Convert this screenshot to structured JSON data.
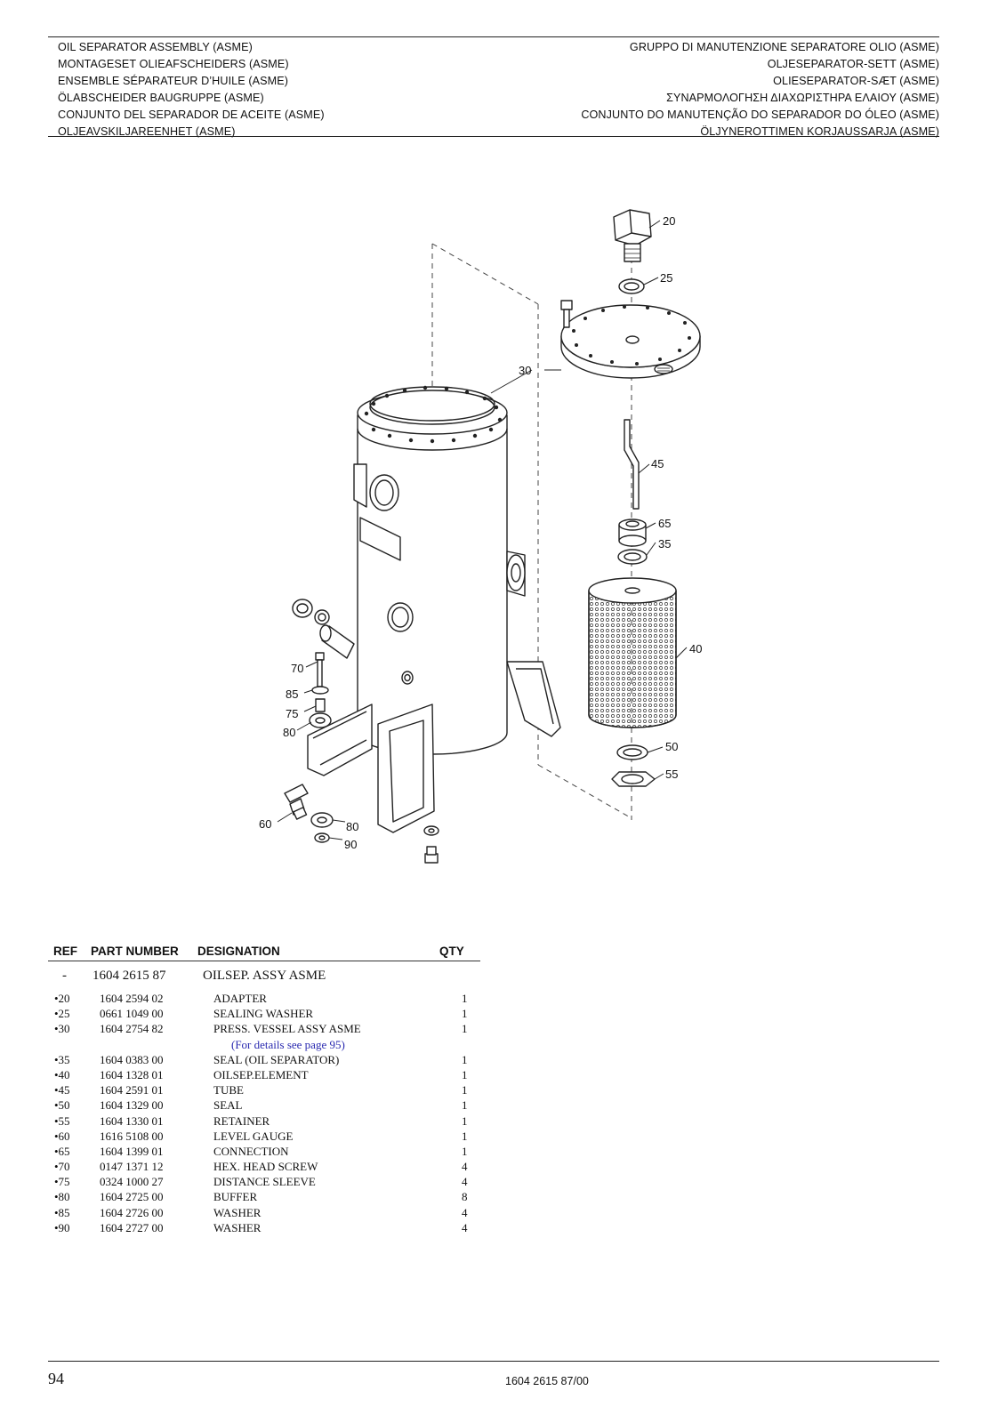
{
  "header": {
    "left": [
      "OIL SEPARATOR ASSEMBLY (ASME)",
      "MONTAGESET OLIEAFSCHEIDERS (ASME)",
      "ENSEMBLE SÉPARATEUR D’HUILE (ASME)",
      "ÖLABSCHEIDER BAUGRUPPE (ASME)",
      "CONJUNTO DEL SEPARADOR DE ACEITE (ASME)",
      "OLJEAVSKILJAREENHET (ASME)"
    ],
    "right": [
      "GRUPPO DI MANUTENZIONE SEPARATORE OLIO (ASME)",
      "OLJESEPARATOR-SETT (ASME)",
      "OLIESEPARATOR-SÆT (ASME)",
      "ΣΥΝΑΡΜΟΛΟΓΗΣΗ ΔΙΑΧΩΡΙΣΤΗΡΑ ΕΛΑΙΟΥ (ASME)",
      "CONJUNTO DO MANUTENÇÃO DO SEPARADOR DO ÓLEO (ASME)",
      "ÖLJYNEROTTIMEN KORJAUSSARJA (ASME)"
    ]
  },
  "callouts": {
    "c20": "20",
    "c25": "25",
    "c30": "30",
    "c45": "45",
    "c65": "65",
    "c35": "35",
    "c40": "40",
    "c50": "50",
    "c55": "55",
    "c70": "70",
    "c85": "85",
    "c75": "75",
    "c80a": "80",
    "c60": "60",
    "c80b": "80",
    "c90": "90"
  },
  "table": {
    "headers": {
      "ref": "REF",
      "part_number": "PART NUMBER",
      "designation": "DESIGNATION",
      "qty": "QTY"
    },
    "assembly": {
      "ref": "-",
      "part_number": "1604 2615 87",
      "designation": "OILSEP. ASSY ASME"
    },
    "rows": [
      {
        "ref": "•20",
        "part_number": "1604 2594 02",
        "designation": "ADAPTER",
        "qty": "1"
      },
      {
        "ref": "•25",
        "part_number": "0661 1049 00",
        "designation": "SEALING WASHER",
        "qty": "1"
      },
      {
        "ref": "•30",
        "part_number": "1604 2754 82",
        "designation": "PRESS. VESSEL ASSY ASME",
        "qty": "1"
      },
      {
        "note": "(For details see page 95)"
      },
      {
        "ref": "•35",
        "part_number": "1604 0383 00",
        "designation": "SEAL (OIL SEPARATOR)",
        "qty": "1"
      },
      {
        "ref": "•40",
        "part_number": "1604 1328 01",
        "designation": "OILSEP.ELEMENT",
        "qty": "1"
      },
      {
        "ref": "•45",
        "part_number": "1604 2591 01",
        "designation": "TUBE",
        "qty": "1"
      },
      {
        "ref": "•50",
        "part_number": "1604 1329 00",
        "designation": "SEAL",
        "qty": "1"
      },
      {
        "ref": "•55",
        "part_number": "1604 1330 01",
        "designation": "RETAINER",
        "qty": "1"
      },
      {
        "ref": "•60",
        "part_number": "1616 5108 00",
        "designation": "LEVEL GAUGE",
        "qty": "1"
      },
      {
        "ref": "•65",
        "part_number": "1604 1399 01",
        "designation": "CONNECTION",
        "qty": "1"
      },
      {
        "ref": "•70",
        "part_number": "0147 1371 12",
        "designation": "HEX. HEAD SCREW",
        "qty": "4"
      },
      {
        "ref": "•75",
        "part_number": "0324 1000 27",
        "designation": "DISTANCE SLEEVE",
        "qty": "4"
      },
      {
        "ref": "•80",
        "part_number": "1604 2725 00",
        "designation": "BUFFER",
        "qty": "8"
      },
      {
        "ref": "•85",
        "part_number": "1604 2726 00",
        "designation": "WASHER",
        "qty": "4"
      },
      {
        "ref": "•90",
        "part_number": "1604 2727 00",
        "designation": "WASHER",
        "qty": "4"
      }
    ]
  },
  "footer": {
    "page_number": "94",
    "doc_code": "1604 2615 87/00"
  }
}
